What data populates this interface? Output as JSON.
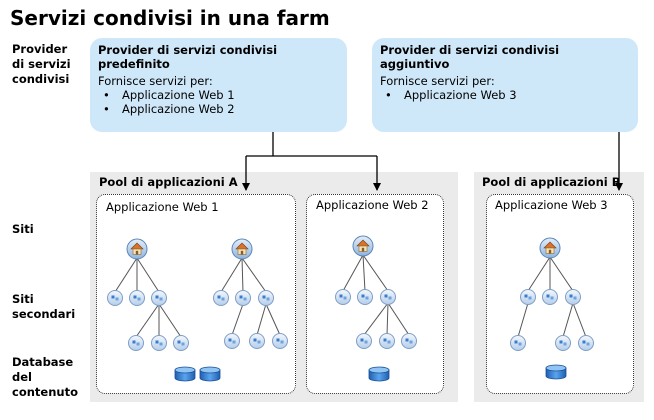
{
  "title": "Servizi condivisi in una farm",
  "row_labels": {
    "providers": "Provider\ndi servizi\ncondivisi",
    "sites": "Siti",
    "subsites": "Siti\nsecondari",
    "databases": "Database\ndel\ncontenuto"
  },
  "providers": [
    {
      "heading": "Provider di servizi condivisi predefinito",
      "services_label": "Fornisce servizi per:",
      "apps": [
        "Applicazione Web 1",
        "Applicazione Web 2"
      ]
    },
    {
      "heading": "Provider di servizi condivisi aggiuntivo",
      "services_label": "Fornisce servizi per:",
      "apps": [
        "Applicazione Web 3"
      ]
    }
  ],
  "pools": [
    {
      "title": "Pool di applicazioni A"
    },
    {
      "title": "Pool di applicazioni B"
    }
  ],
  "web_apps": [
    {
      "label": "Applicazione Web 1",
      "site_collections": 2,
      "databases": 2
    },
    {
      "label": "Applicazione Web 2",
      "site_collections": 1,
      "databases": 1
    },
    {
      "label": "Applicazione Web 3",
      "site_collections": 1,
      "databases": 1
    }
  ],
  "icons": [
    "home-icon",
    "subsite-icon",
    "database-icon"
  ],
  "colors": {
    "provider_fill": "#cfe8f9",
    "pool_fill": "#ebebeb",
    "home_fill": "#b9d3ec",
    "subsite_fill": "#d4e3f3",
    "database_fill": "#3b87d6"
  }
}
